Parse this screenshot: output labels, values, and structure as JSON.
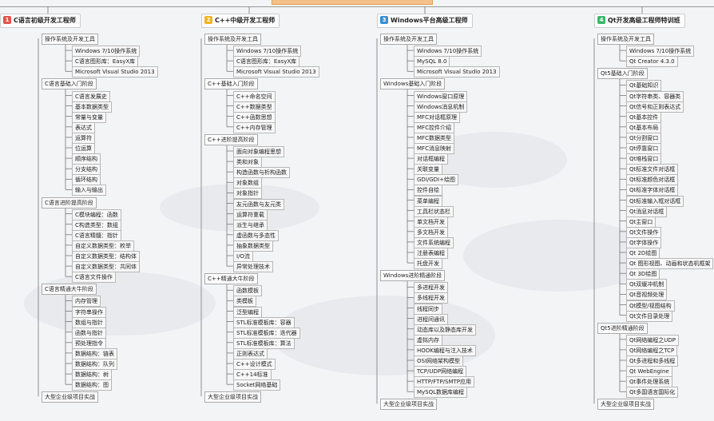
{
  "columns": [
    {
      "number": "1",
      "title": "C语言初级开发工程师",
      "color": "#e5534b",
      "categories": [
        {
          "label": "操作系统及开发工具",
          "items": [
            "Windows 7/10操作系统",
            "C语言图形库：EasyX库",
            "Microsoft Visual Studio 2013"
          ]
        },
        {
          "label": "C语言基础入门阶段",
          "items": [
            "C语言发展史",
            "基本数据类型",
            "常量与变量",
            "表达式",
            "运算符",
            "位运算",
            "顺序结构",
            "分支结构",
            "循环结构",
            "输入与输出"
          ]
        },
        {
          "label": "C语言进阶提高阶段",
          "items": [
            "C模块编程：函数",
            "C构造类型：数组",
            "C语言精髓：指针",
            "自定义数据类型：枚举",
            "自定义数据类型：结构体",
            "自定义数据类型：共同体",
            "C语言文件操作"
          ]
        },
        {
          "label": "C语言精通大牛阶段",
          "items": [
            "内存管理",
            "字符串操作",
            "数组与指针",
            "函数与指针",
            "预处理指令",
            "数据结构：链表",
            "数据结构：队列",
            "数据结构：树",
            "数据结构：图"
          ]
        },
        {
          "label": "大型企业级项目实战",
          "items": []
        }
      ]
    },
    {
      "number": "2",
      "title": "C++中级开发工程师",
      "color": "#f0b429",
      "categories": [
        {
          "label": "操作系统及开发工具",
          "items": [
            "Windows 7/10操作系统",
            "C语言图形库：EasyX库",
            "Microsoft Visual Studio 2013"
          ]
        },
        {
          "label": "C++基础入门阶段",
          "items": [
            "C++命名空间",
            "C++数据类型",
            "C++函数思想",
            "C++内存管理"
          ]
        },
        {
          "label": "C++进阶提高阶段",
          "items": [
            "面向对象编程思想",
            "类和对象",
            "构造函数与析构函数",
            "对象数组",
            "对象指针",
            "友元函数与友元类",
            "运算符重载",
            "派生与继承",
            "虚函数与多态性",
            "抽象数据类型",
            "I/O流",
            "异常处理技术"
          ]
        },
        {
          "label": "C++精通大牛阶段",
          "items": [
            "函数模板",
            "类模板",
            "泛型编程",
            "STL标准模板库：容器",
            "STL标准模板库：迭代器",
            "STL标准模板库：算法",
            "正则表达式",
            "C++设计模式",
            "C++14标准",
            "Socket网络基础"
          ]
        },
        {
          "label": "大型企业级项目实战",
          "items": []
        }
      ]
    },
    {
      "number": "3",
      "title": "Windows平台高级工程师",
      "color": "#3d8fd1",
      "categories": [
        {
          "label": "操作系统及开发工具",
          "items": [
            "Windows 7/10操作系统",
            "MySQL 8.0",
            "Microsoft Visual Studio 2013"
          ]
        },
        {
          "label": "Windows基础入门阶段",
          "items": [
            "Windows窗口原理",
            "Windows消息机制",
            "MFC对话框原理",
            "MFC控件介绍",
            "MFC数据类型",
            "MFC消息映射",
            "对话框编程",
            "关联变量",
            "GDI/GDI+绘图",
            "控件自绘",
            "菜单编程",
            "工具栏状态栏",
            "单文档开发",
            "多文档开发",
            "文件系统编程",
            "注册表编程",
            "托盘开发"
          ]
        },
        {
          "label": "Windows进阶精通阶段",
          "items": [
            "多进程开发",
            "多线程开发",
            "线程同步",
            "进程间通讯",
            "动态库以及静态库开发",
            "虚拟内存",
            "HOOK编程与注入技术",
            "OSI网络架构模型",
            "TCP/UDP网络编程",
            "HTTP/FTP/SMTP应用",
            "MySQL数据库编程"
          ]
        },
        {
          "label": "大型企业级项目实战",
          "items": []
        }
      ]
    },
    {
      "number": "4",
      "title": "Qt开发高级工程师特训班",
      "color": "#3fb66b",
      "categories": [
        {
          "label": "操作系统及开发工具",
          "items": [
            "Windows 7/10操作系统",
            "Qt Creator 4.3.0"
          ]
        },
        {
          "label": "Qt5基础入门阶段",
          "items": [
            "Qt基础知识",
            "Qt字符串类、容器类",
            "Qt信号和正则表达式",
            "Qt基本控件",
            "Qt基本布局",
            "Qt分割窗口",
            "Qt停靠窗口",
            "Qt堆栈窗口",
            "Qt标准文件对话框",
            "Qt标准颜色对话框",
            "Qt标准字体对话框",
            "Qt标准输入框对话框",
            "Qt消息对话框",
            "Qt主窗口",
            "Qt文件操作",
            "Qt字体操作",
            "Qt 2D绘图",
            "Qt 图形视图、动画和状态机框架",
            "Qt 3D绘图",
            "Qt双缓冲机制",
            "Qt音视频处理",
            "Qt模型/视图结构",
            "Qt文件目录处理"
          ]
        },
        {
          "label": "Qt5进阶精通阶段",
          "items": [
            "Qt网络编程之UDP",
            "Qt网络编程之TCP",
            "Qt多进程和多线程",
            "Qt WebEngine",
            "Qt事件处理系统",
            "Qt多国语言国际化"
          ]
        },
        {
          "label": "大型企业级项目实战",
          "items": []
        }
      ]
    }
  ]
}
